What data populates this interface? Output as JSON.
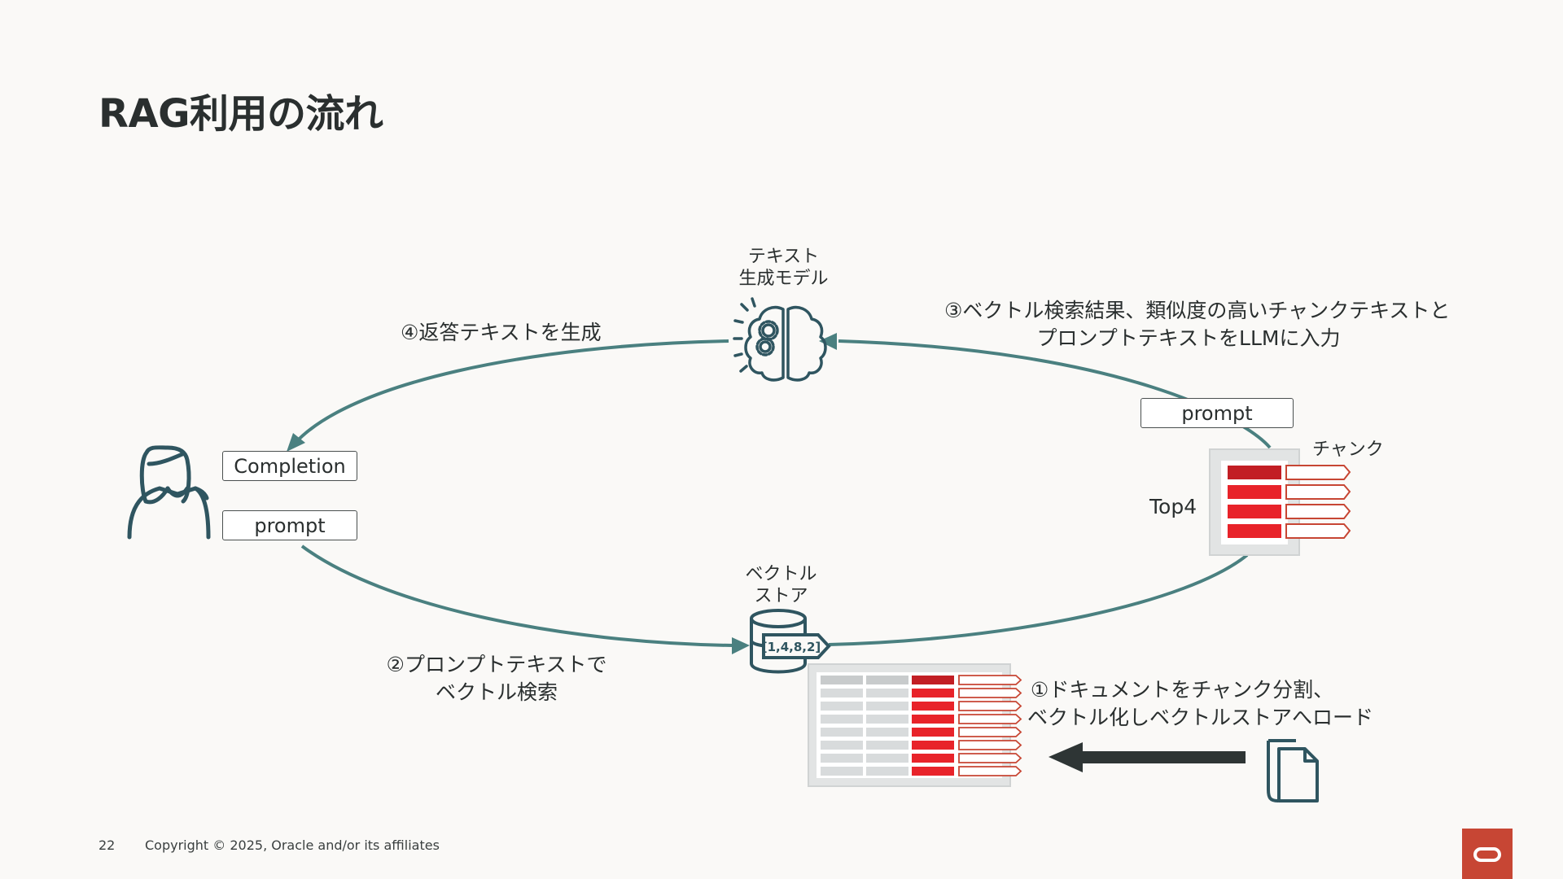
{
  "slide": {
    "title": "RAG利用の流れ",
    "page_number": "22",
    "copyright": "Copyright © 2025, Oracle and/or its affiliates"
  },
  "nodes": {
    "llm": {
      "label_line1": "テキスト",
      "label_line2": "生成モデル"
    },
    "vector_store": {
      "label_line1": "ベクトル",
      "label_line2": "ストア",
      "vector_text": "[1,4,8,2]"
    },
    "chunk": {
      "label": "チャンク",
      "top_label": "Top4"
    }
  },
  "boxes": {
    "completion": "Completion",
    "prompt_user": "prompt",
    "prompt_llm": "prompt"
  },
  "steps": {
    "step1_line1": "①ドキュメントをチャンク分割、",
    "step1_line2": "ベクトル化しベクトルストアへロード",
    "step2_line1": "②プロンプトテキストで",
    "step2_line2": "ベクトル検索",
    "step3_line1": "③ベクトル検索結果、類似度の高いチャンクテキストと",
    "step3_line2": "プロンプトテキストをLLMに入力",
    "step4": "④返答テキストを生成"
  },
  "colors": {
    "flow": "#4a8080",
    "icon": "#2f5560",
    "chunk_red": "#e8232a",
    "chunk_dark_red": "#c21e24",
    "tag_outline": "#c74634",
    "arrow_dark": "#2e3535",
    "oracle_red": "#c74634"
  },
  "icons": [
    "person-icon",
    "brain-gears-icon",
    "database-icon",
    "chunk-table-icon",
    "document-icon",
    "oracle-logo-icon"
  ]
}
